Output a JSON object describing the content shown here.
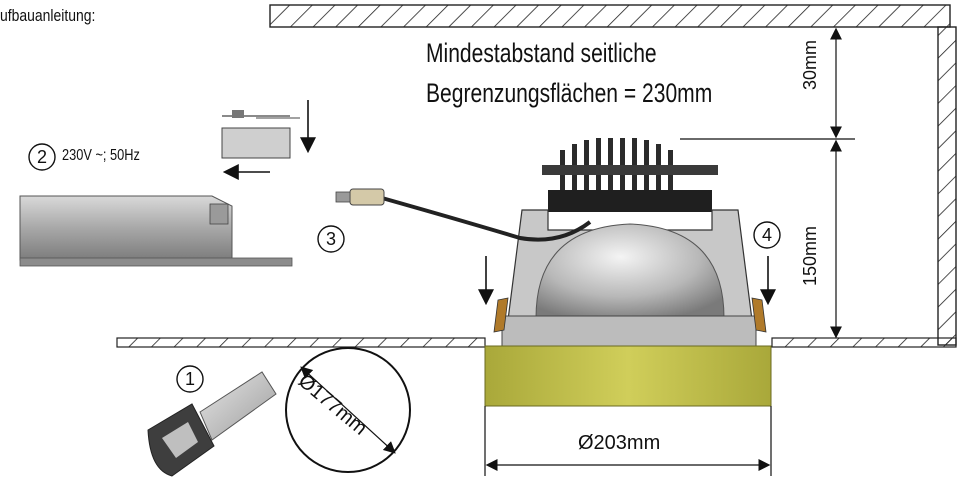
{
  "title": "ufbauanleitung:",
  "clearance_line1": "Mindestabstand seitliche",
  "clearance_line2": "Begrenzungsflächen = 230mm",
  "dim_ceiling_gap": "30mm",
  "dim_height": "150mm",
  "dim_outer_diameter": "Ø203mm",
  "dim_cutout_diameter": "Ø177mm",
  "voltage_label": "230V ~; 50Hz",
  "steps": [
    "1",
    "2",
    "3",
    "4"
  ],
  "colors": {
    "trim_ring": "#c6c44a",
    "reflector": "#bdbdbd",
    "heatsink": "#2b2b2b",
    "hatch": "#222222"
  }
}
